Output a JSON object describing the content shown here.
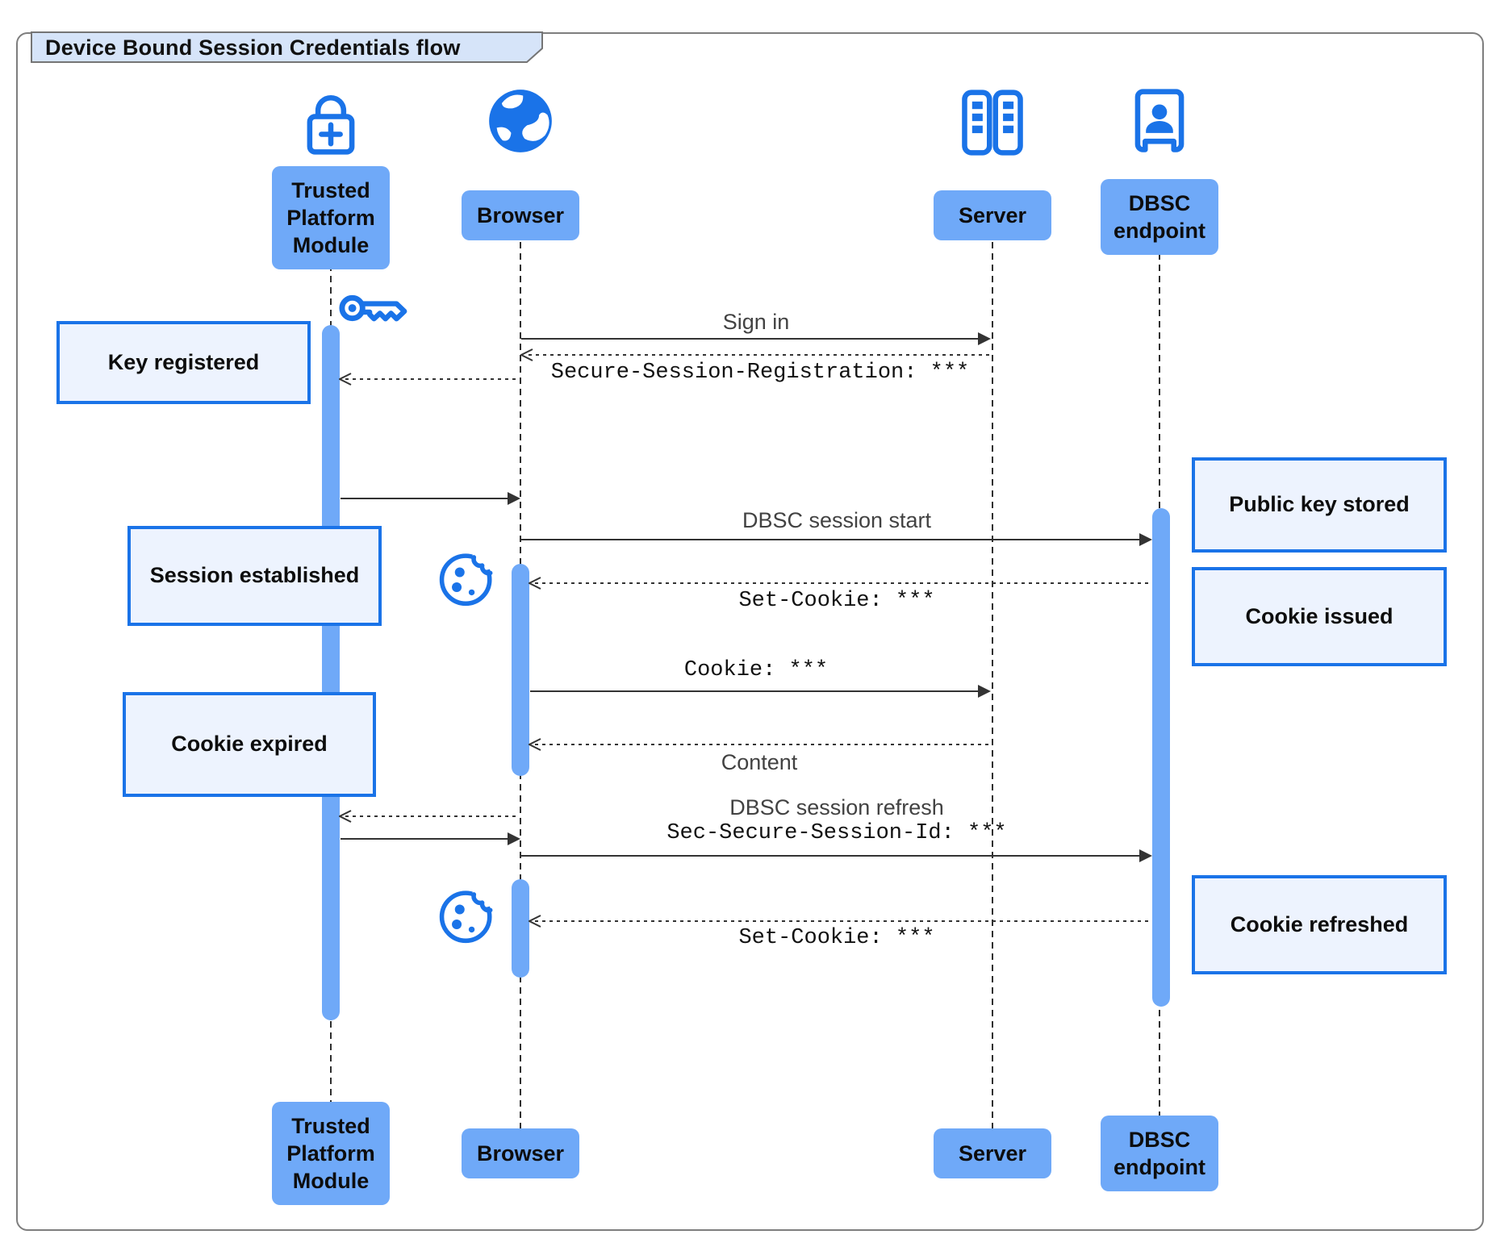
{
  "header": {
    "title": "Device Bound Session Credentials flow"
  },
  "actors": [
    {
      "id": "tpm",
      "icon": "lock-plus-icon",
      "lines": [
        "Trusted",
        "Platform",
        "Module"
      ]
    },
    {
      "id": "browser",
      "icon": "globe-icon",
      "lines": [
        "Browser"
      ]
    },
    {
      "id": "server",
      "icon": "server-racks-icon",
      "lines": [
        "Server"
      ]
    },
    {
      "id": "dbsc",
      "icon": "doorway-person-icon",
      "lines": [
        "DBSC",
        "endpoint"
      ]
    }
  ],
  "messages": [
    {
      "label": "Sign in",
      "from": "Browser",
      "to": "Server",
      "style": "solid"
    },
    {
      "label": "Secure-Session-Registration: ***",
      "from": "Server",
      "to": "Browser",
      "style": "dashed",
      "font": "mono"
    },
    {
      "label": "",
      "from": "Browser",
      "to": "Trusted Platform Module",
      "style": "dashed"
    },
    {
      "label": "",
      "from": "Trusted Platform Module",
      "to": "Browser",
      "style": "solid"
    },
    {
      "label": "DBSC session start",
      "from": "Browser",
      "to": "DBSC endpoint",
      "style": "solid"
    },
    {
      "label": "Set-Cookie: ***",
      "from": "DBSC endpoint",
      "to": "Browser",
      "style": "dashed",
      "font": "mono"
    },
    {
      "label": "Cookie: ***",
      "from": "Browser",
      "to": "Server",
      "style": "solid",
      "font": "mono"
    },
    {
      "label": "Content",
      "from": "Server",
      "to": "Browser",
      "style": "dashed"
    },
    {
      "label": "",
      "from": "Browser",
      "to": "Trusted Platform Module",
      "style": "dashed"
    },
    {
      "label": "",
      "from": "Trusted Platform Module",
      "to": "Browser",
      "style": "solid"
    },
    {
      "label": "DBSC session refresh",
      "label2": "Sec-Secure-Session-Id: ***",
      "from": "Browser",
      "to": "DBSC endpoint",
      "style": "solid"
    },
    {
      "label": "Set-Cookie: ***",
      "from": "DBSC endpoint",
      "to": "Browser",
      "style": "dashed",
      "font": "mono"
    }
  ],
  "notes": [
    {
      "label": "Key registered",
      "side": "left"
    },
    {
      "label": "Session established",
      "side": "left"
    },
    {
      "label": "Public key stored",
      "side": "right"
    },
    {
      "label": "Cookie issued",
      "side": "right"
    },
    {
      "label": "Cookie expired",
      "side": "left"
    },
    {
      "label": "Cookie refreshed",
      "side": "right"
    }
  ],
  "decorations": {
    "key_icon": "key-icon",
    "cookie_icon": "cookie-icon"
  },
  "colors": {
    "primary_blue": "#1a73e8",
    "fill_blue": "#6FA9F8",
    "note_fill": "#EDF3FE",
    "note_border": "#1a73e8",
    "title_fill": "#D6E4F9",
    "frame_border": "#7e7e7e",
    "arrow": "#333333"
  }
}
